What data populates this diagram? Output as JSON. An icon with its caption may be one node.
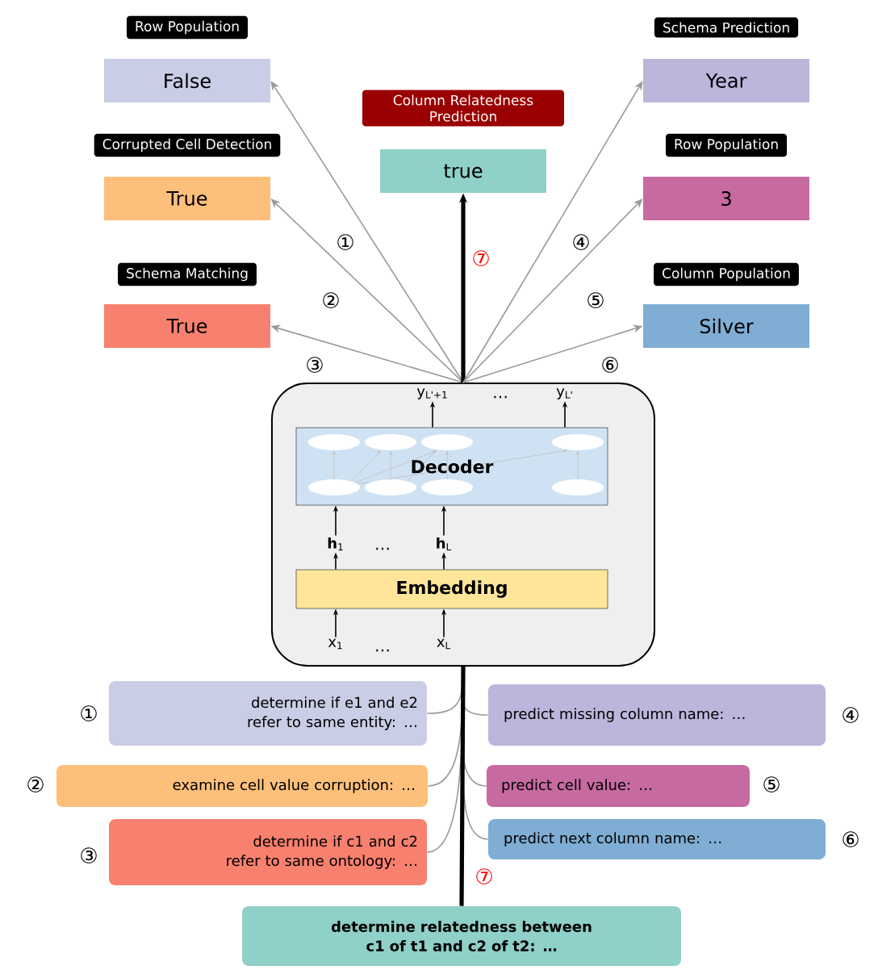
{
  "diagram": {
    "nodes": [
      {
        "text": [
          "Row Population",
          "False"
        ]
      },
      {
        "text": [
          "Corrupted Cell Detection",
          "True"
        ]
      },
      {
        "text": [
          "Schema Matching",
          "True"
        ]
      },
      {
        "text": [
          "Column Relatedness Prediction",
          "true"
        ]
      },
      {
        "text": [
          "Schema Prediction",
          "Year"
        ]
      },
      {
        "text": [
          "Row Population",
          "3"
        ]
      },
      {
        "text": [
          "Column Population",
          "Silver"
        ]
      },
      {
        "text": [],
        "shape": "box"
      },
      {
        "text": [
          "Decoder"
        ],
        "in": 7
      },
      {
        "text": [
          "Embedding"
        ],
        "in": 7
      },
      {
        "text": [
          "y$_{L'+1}$"
        ],
        "in": 7
      },
      {
        "text": [
          "y$_{L'}$"
        ],
        "in": 7
      },
      {
        "text": [
          "**h**$_{1}$"
        ],
        "in": 7
      },
      {
        "text": [
          "**h**$_{L}$"
        ],
        "in": 7
      },
      {
        "text": [
          "x$_{1}$"
        ],
        "in": 7
      },
      {
        "text": [
          "x$_{L}$"
        ],
        "in": 7
      },
      {
        "text": [
          "determine if e1 and e2 refer to same entity: …"
        ],
        "beside": [
          "①"
        ]
      },
      {
        "text": [
          "examine cell value corruption: …"
        ],
        "beside": [
          "②"
        ]
      },
      {
        "text": [
          "determine if c1 and c2 refer to same ontology: …"
        ],
        "beside": [
          "③"
        ]
      },
      {
        "text": [
          "predict missing column name: …"
        ],
        "beside": [
          "④"
        ]
      },
      {
        "text": [
          "predict cell value: …"
        ],
        "beside": [
          "⑤"
        ]
      },
      {
        "text": [
          "predict next column name: …"
        ],
        "beside": [
          "⑥"
        ]
      },
      {
        "text": [
          "determine relatedness between c1 of t1 and c2 of t2: …"
        ]
      }
    ],
    "edges": [
      {
        "from": 7,
        "to": 0,
        "arrow": "to",
        "label": "①"
      },
      {
        "from": 7,
        "to": 1,
        "arrow": "to",
        "label": "②"
      },
      {
        "from": 7,
        "to": 2,
        "arrow": "to",
        "label": "③"
      },
      {
        "from": 7,
        "to": 3,
        "arrow": "to",
        "label": "⑦",
        "style": "thick",
        "color": "#000000"
      },
      {
        "from": 7,
        "to": 4,
        "arrow": "to",
        "label": "④"
      },
      {
        "from": 7,
        "to": 5,
        "arrow": "to",
        "label": "⑤"
      },
      {
        "from": 7,
        "to": 6,
        "arrow": "to",
        "label": "⑥"
      },
      {
        "from": 8,
        "to": 10,
        "arrow": "to",
        "color": "#000000"
      },
      {
        "from": 8,
        "to": 11,
        "arrow": "to",
        "color": "#000000"
      },
      {
        "from": 12,
        "to": 8,
        "arrow": "to",
        "color": "#000000"
      },
      {
        "from": 13,
        "to": 8,
        "arrow": "to",
        "color": "#000000"
      },
      {
        "from": 9,
        "to": 12,
        "arrow": "to",
        "color": "#000000"
      },
      {
        "from": 9,
        "to": 13,
        "arrow": "to",
        "color": "#000000"
      },
      {
        "from": 14,
        "to": 9,
        "arrow": "to",
        "color": "#000000"
      },
      {
        "from": 15,
        "to": 9,
        "arrow": "to",
        "color": "#000000"
      },
      {
        "from": 16,
        "to": 7,
        "arrow": "none"
      },
      {
        "from": 17,
        "to": 7,
        "arrow": "none"
      },
      {
        "from": 18,
        "to": 7,
        "arrow": "none"
      },
      {
        "from": 19,
        "to": 7,
        "arrow": "none"
      },
      {
        "from": 20,
        "to": 7,
        "arrow": "none"
      },
      {
        "from": 21,
        "to": 7,
        "arrow": "none"
      },
      {
        "from": 22,
        "to": 7,
        "arrow": "none",
        "label": "⑦",
        "style": "thick",
        "color": "#000000"
      }
    ],
    "labels": [
      "…",
      "…",
      "…"
    ]
  }
}
